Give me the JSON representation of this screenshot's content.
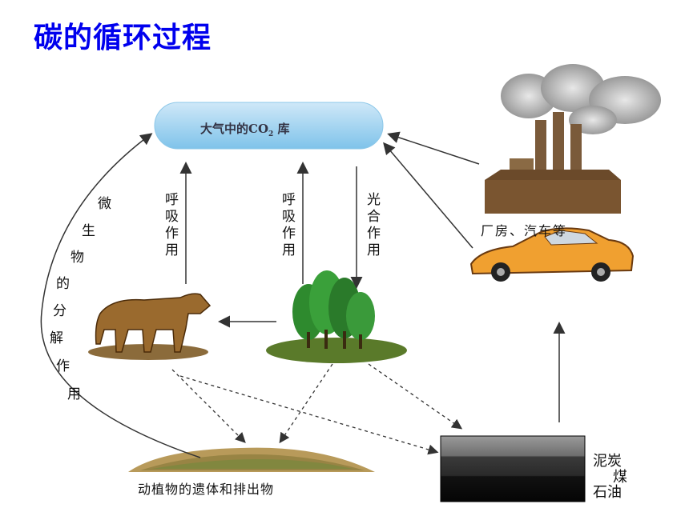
{
  "title": "碳的循环过程",
  "nodes": {
    "atmosphere_prefix": "大气中的CO",
    "atmosphere_sub": "2",
    "atmosphere_suffix": " 库",
    "factory": "厂房、汽车等",
    "remains": "动植物的遗体和排出物",
    "fossil_peat": "泥炭",
    "fossil_coal": "煤",
    "fossil_oil": "石油"
  },
  "processes": {
    "microbe_chars": [
      "微",
      "生",
      "物",
      "的",
      "分",
      "解",
      "作",
      "用"
    ],
    "animal_respiration": "呼吸作用",
    "plant_respiration": "呼吸作用",
    "photosynthesis": "光合作用"
  }
}
